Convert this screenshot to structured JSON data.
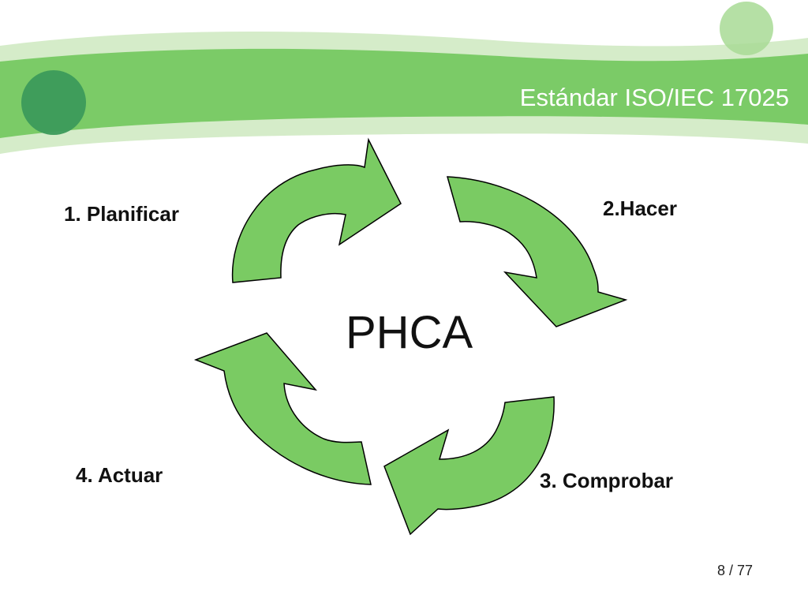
{
  "slide": {
    "title": "Estándar ISO/IEC 17025",
    "page_number": "8 / 77"
  },
  "diagram": {
    "center_label": "PHCA",
    "steps": [
      {
        "label": "1. Planificar"
      },
      {
        "label": "2.Hacer"
      },
      {
        "label": "3. Comprobar"
      },
      {
        "label": "4. Actuar"
      }
    ]
  },
  "colors": {
    "banner_green": "#7bcb67",
    "banner_light": "#d5ecc9",
    "circle_dark": "#3c9a5b",
    "arrow_fill": "#7acb63",
    "arrow_stroke": "#000000"
  }
}
